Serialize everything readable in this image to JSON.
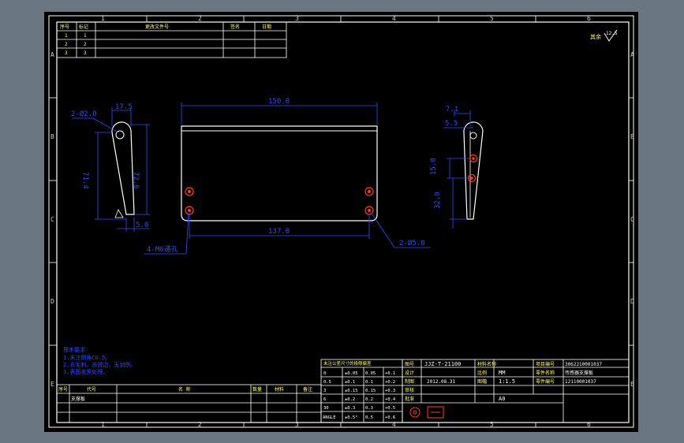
{
  "colors": {
    "background": "#6b7683",
    "sheet": "#000000",
    "frame": "#ffffff",
    "dimension": "#2f4bff",
    "part": "#ffffff",
    "table_text": "#ffff66",
    "hole": "#ff3b1f",
    "notes": "#3344ff"
  },
  "grid": {
    "columns": [
      "1",
      "2",
      "3",
      "4",
      "5",
      "6"
    ],
    "rows": [
      "A",
      "B",
      "C",
      "D",
      "E"
    ]
  },
  "revision_table": {
    "headers": [
      "序号",
      "标记",
      "更改文件号",
      "签名",
      "日期"
    ],
    "rows": [
      [
        "1",
        "1"
      ],
      [
        "2",
        "2"
      ],
      [
        "3",
        "3"
      ]
    ]
  },
  "surface_finish": {
    "label": "其余",
    "symbol": "12.5"
  },
  "front_view": {
    "dims": {
      "hole_spec": "2-Ø2.0",
      "top_width": "17.5",
      "height_outer": "71.4",
      "height_inner": "72.6",
      "bottom": "5.0"
    }
  },
  "main_view": {
    "dims": {
      "overall_width": "150.0",
      "hole_spacing": "137.0",
      "threaded_holes": "4-M6通孔",
      "pin_holes": "2-Ø5.0"
    }
  },
  "side_view": {
    "dims": {
      "top": "7.1",
      "offset": "5.5",
      "hole_pitch": "15.0",
      "lower": "32.9"
    }
  },
  "notes": {
    "title": "技术要求",
    "lines": [
      "1.未注倒角C0.5。",
      "2.去毛刺，去锐边，无划伤。",
      "3.表面发黑处理。"
    ]
  },
  "tolerance_table": {
    "header": "未注公差尺寸的极限偏差",
    "rows": [
      [
        "0",
        "±0.05",
        "0.05",
        "+0.1"
      ],
      [
        "0.5",
        "±0.1",
        "0.1",
        "+0.2"
      ],
      [
        "3",
        "±0.15",
        "0.15",
        "+0.3"
      ],
      [
        "6",
        "±0.2",
        "0.2",
        "+0.4"
      ],
      [
        "30",
        "±0.3",
        "0.3",
        "+0.5"
      ],
      [
        "ANGLE",
        "±0.5°",
        "0.5",
        "+0.6"
      ]
    ]
  },
  "title_block": {
    "drawing_no_label": "图号",
    "drawing_no": "JJZ-T-21100",
    "material_label": "材料名称",
    "material": "MM",
    "scale_label": "比例",
    "scale": "1:1.5",
    "sheet_size_label": "图幅",
    "sheet_size": "A0",
    "date": "2012.08.31",
    "designer_label": "设计",
    "project_code_label": "项目编号",
    "project_code": "3062210001037",
    "part_code_label": "零件编号",
    "part_code": "12110001037",
    "part_name_label": "零件名称",
    "part_name": "传感器支撑板",
    "review_label": "审核",
    "approve_label": "批准",
    "drawer_label": "制图"
  },
  "bottom_table": {
    "headers": [
      "序号",
      "代号",
      "名  称",
      "数量",
      "材料",
      "备注"
    ],
    "first_item": "支撑板"
  }
}
